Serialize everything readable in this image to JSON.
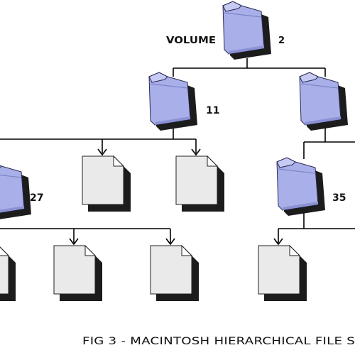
{
  "volume_label": "VOLUME",
  "nodes": {
    "root": {
      "number": "2"
    },
    "folder_a": {
      "number": "11"
    },
    "folder_b": {
      "number": ""
    },
    "folder_c": {
      "number": "27"
    },
    "folder_d": {
      "number": "35"
    }
  },
  "caption": "FIG 3 - MACINTOSH HIERARCHICAL FILE S",
  "icons": {
    "folder": "folder-icon",
    "document": "document-icon"
  },
  "colors": {
    "folder_fill": "#a9afe8",
    "folder_tab": "#c7cbf3",
    "document_fill": "#eaeaea",
    "shadow": "#222222",
    "line": "#000000"
  }
}
